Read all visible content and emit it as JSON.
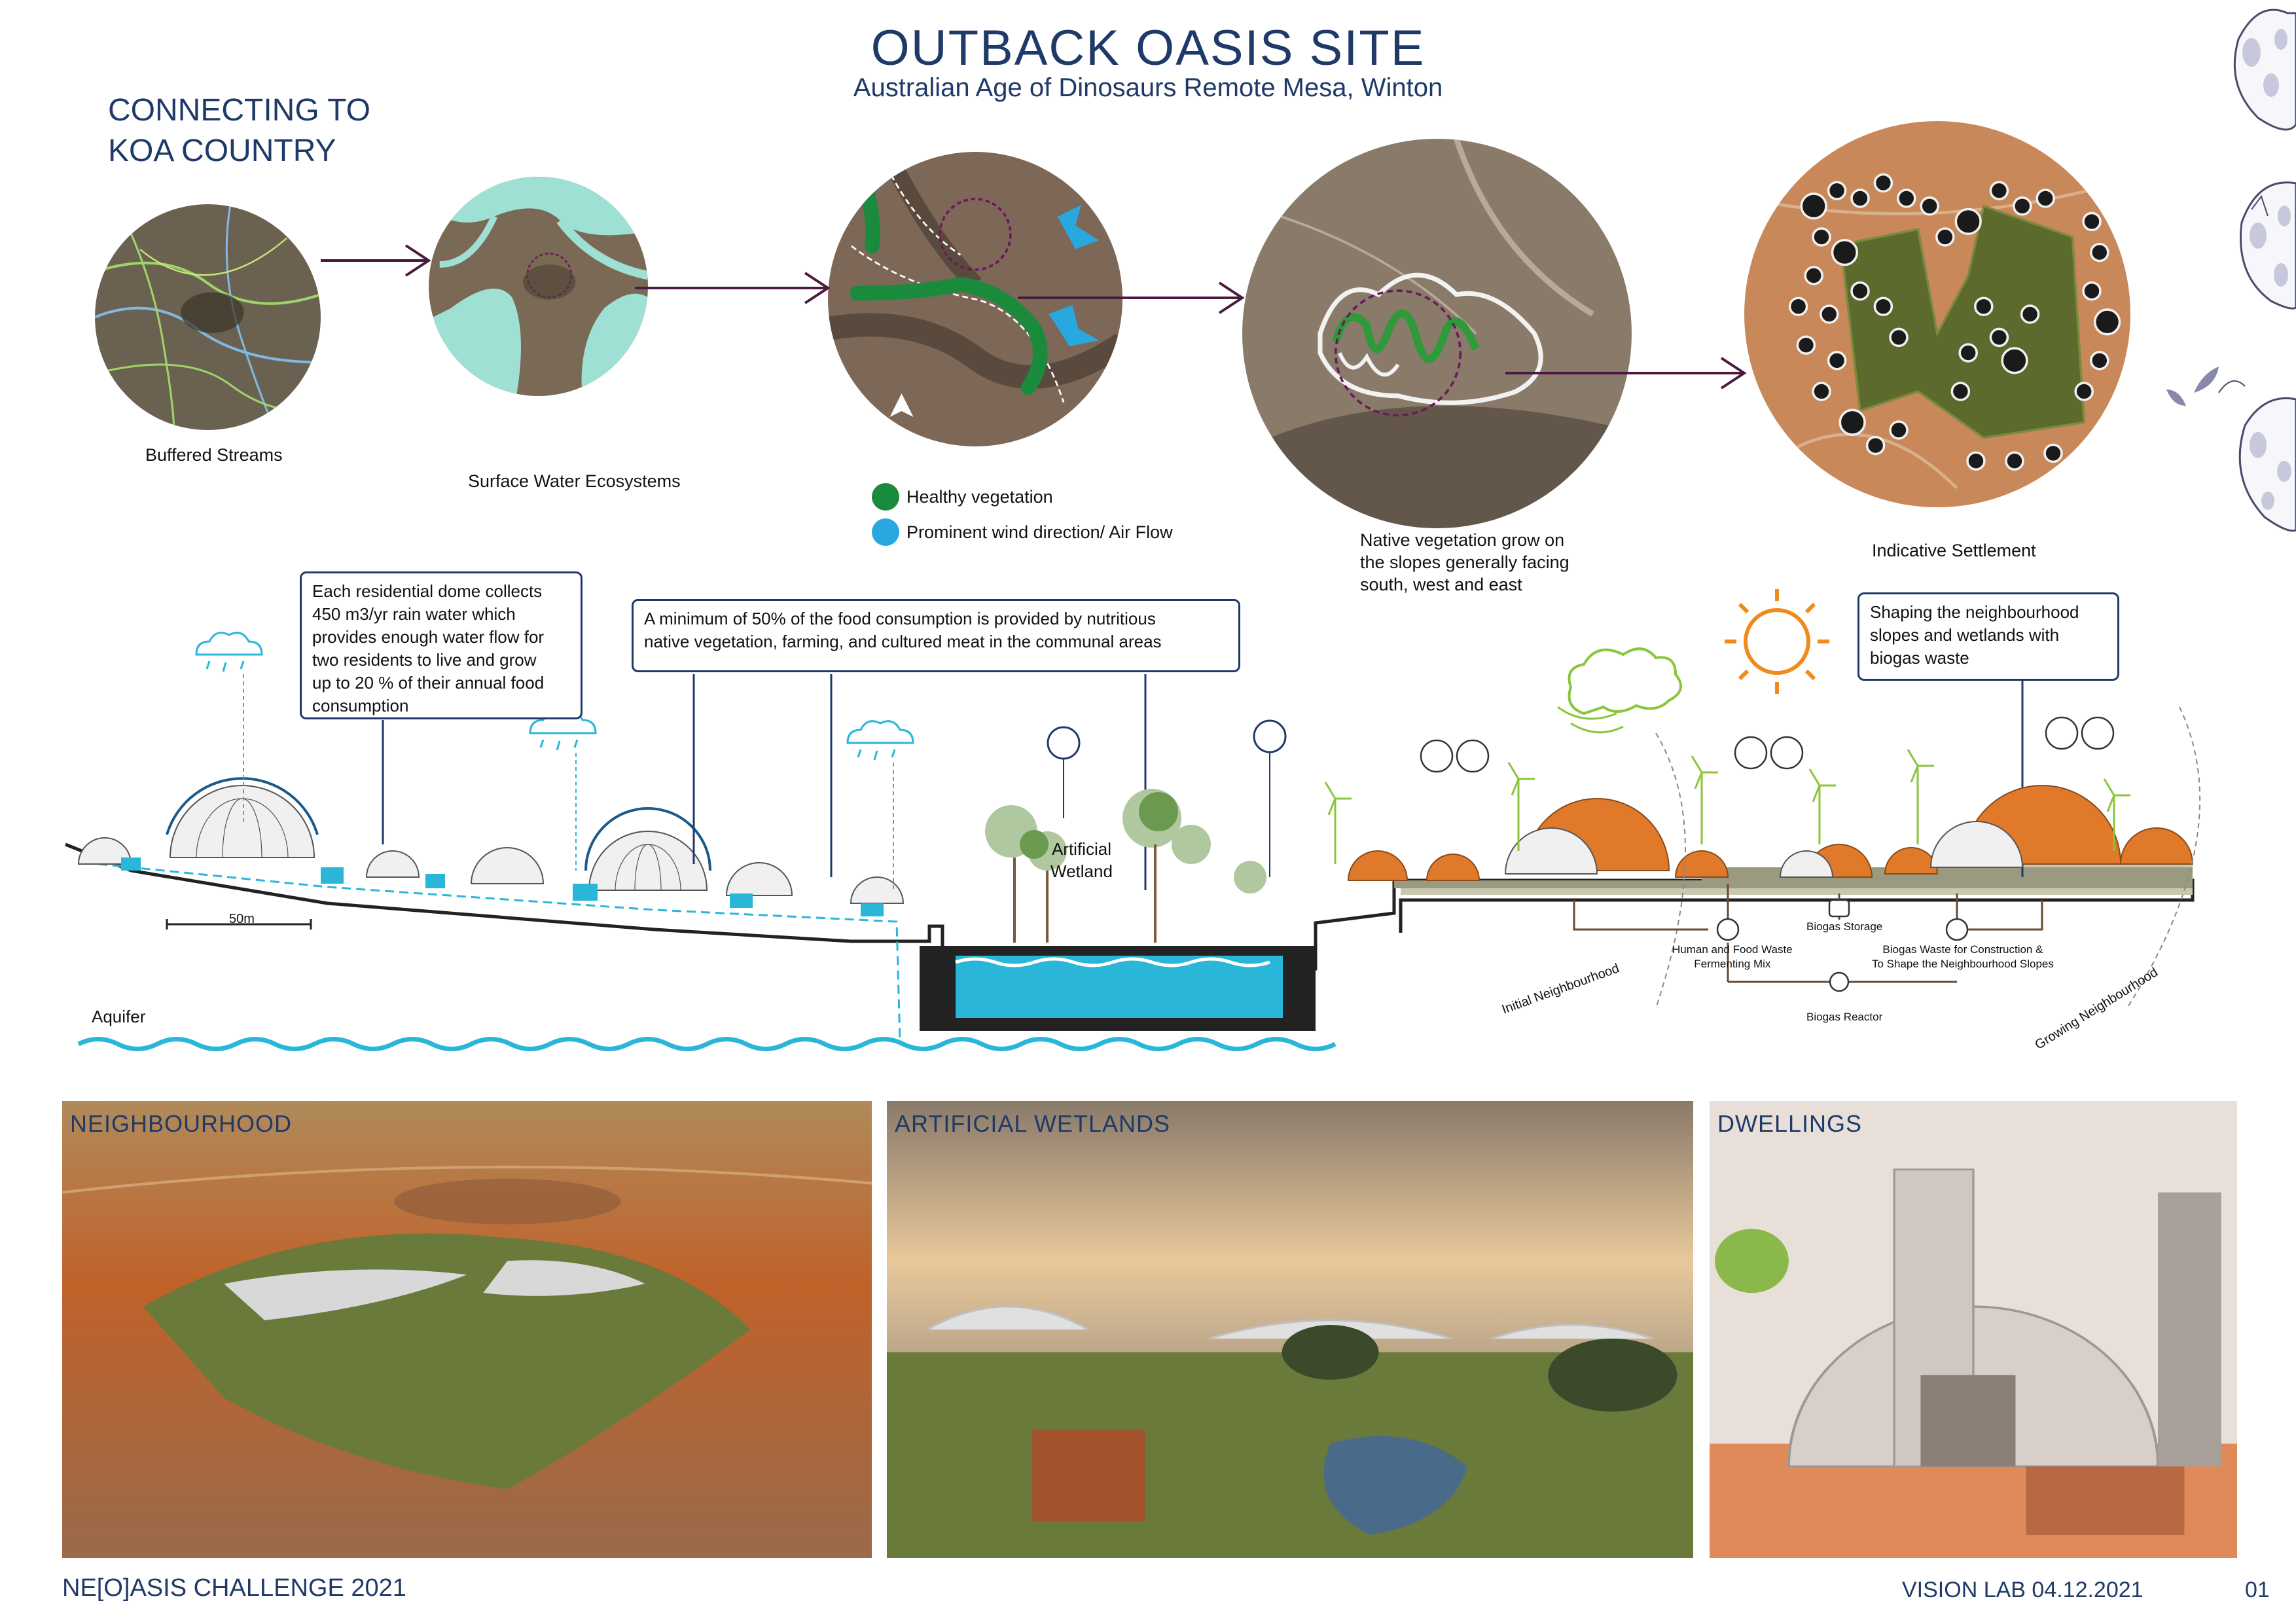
{
  "header": {
    "title": "OUTBACK OASIS SITE",
    "subtitle": "Australian Age of Dinosaurs Remote Mesa, Winton"
  },
  "koa": {
    "heading_line1": "CONNECTING TO",
    "heading_line2": "KOA COUNTRY"
  },
  "steps": [
    {
      "caption": "Buffered Streams"
    },
    {
      "caption": "Surface Water Ecosystems"
    },
    {
      "caption": ""
    },
    {
      "caption_lines": [
        "Native vegetation grow on",
        "the slopes generally facing",
        "south, west and east"
      ]
    },
    {
      "caption": "Indicative Settlement"
    }
  ],
  "legend": [
    {
      "label": "Healthy vegetation",
      "color": "#1a8a3c"
    },
    {
      "label": "Prominent wind direction/ Air Flow",
      "color": "#29a8e0"
    }
  ],
  "callouts": {
    "dome_lines": [
      "Each residential dome collects",
      "450 m3/yr rain water which",
      "provides enough water flow for",
      "two residents to live and grow",
      "up to 20 % of their annual food",
      "consumption"
    ],
    "food_lines": [
      "A minimum of 50% of the food consumption is provided by nutritious",
      "native vegetation, farming, and cultured meat in the communal areas"
    ],
    "slopes_lines": [
      "Shaping the neighbourhood",
      "slopes and wetlands with",
      "biogas waste"
    ]
  },
  "section": {
    "scale": "50m",
    "wetland_line1": "Artificial",
    "wetland_line2": "Wetland",
    "aquifer": "Aquifer",
    "initial_neighbourhood": "Initial Neighbourhood",
    "growing_neighbourhood": "Growing Neighbourhood",
    "biogas_storage": "Biogas Storage",
    "biogas_reactor": "Biogas Reactor",
    "fermenting_lines": [
      "Human and Food Waste",
      "Fermenting Mix"
    ],
    "construction_lines": [
      "Biogas Waste for Construction &",
      "To Shape the Neighbourhood Slopes"
    ]
  },
  "photos": [
    {
      "label": "NEIGHBOURHOOD"
    },
    {
      "label": "ARTIFICIAL WETLANDS"
    },
    {
      "label": "DWELLINGS"
    }
  ],
  "footer": {
    "left": "NE[O]ASIS CHALLENGE 2021",
    "date": "VISION LAB 04.12.2021",
    "page": "01"
  },
  "colors": {
    "title": "#1f3a68",
    "arrow": "#4a1a3f",
    "water": "#29b6d9",
    "dome_orange": "#e07a2a",
    "vegetation": "#1a8a3c"
  }
}
